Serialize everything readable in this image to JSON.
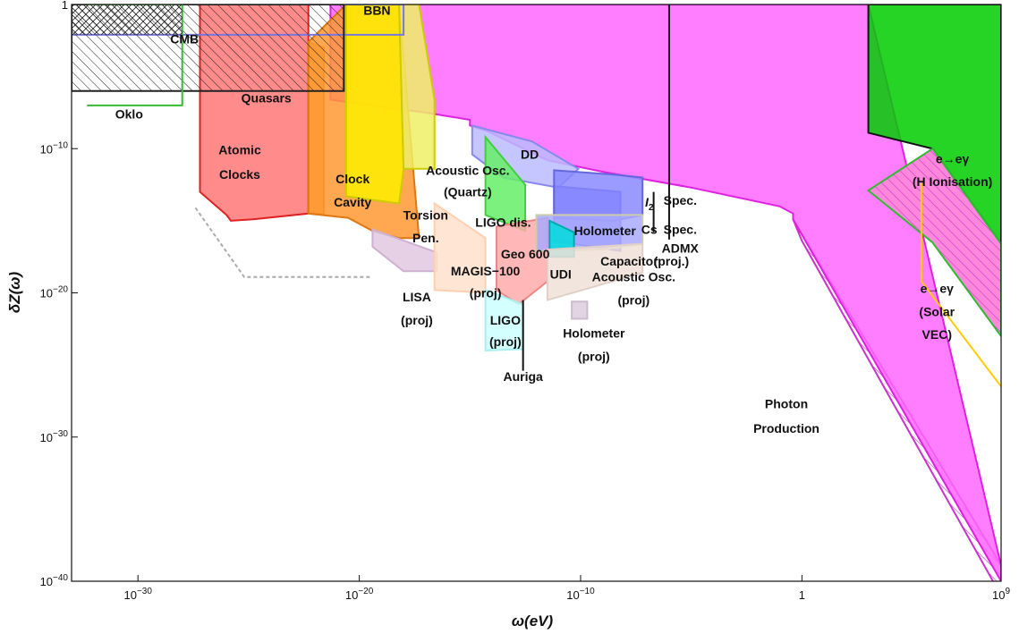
{
  "chart_data": {
    "type": "area",
    "xscale": "log",
    "yscale": "log",
    "xlabel": "ω(eV)",
    "ylabel": "δZ(ω)",
    "xlim_exp": [
      -33,
      9
    ],
    "ylim_exp": [
      -40,
      0
    ],
    "x_ticks": [
      {
        "exp": -30,
        "label": "10",
        "sup": "−30"
      },
      {
        "exp": -20,
        "label": "10",
        "sup": "−20"
      },
      {
        "exp": -10,
        "label": "10",
        "sup": "−10"
      },
      {
        "exp": 0,
        "label": "1",
        "sup": ""
      },
      {
        "exp": 9,
        "label": "10",
        "sup": "9"
      }
    ],
    "y_ticks": [
      {
        "exp": -40,
        "label": "10",
        "sup": "−40"
      },
      {
        "exp": -30,
        "label": "10",
        "sup": "−30"
      },
      {
        "exp": -20,
        "label": "10",
        "sup": "−20"
      },
      {
        "exp": -10,
        "label": "10",
        "sup": "−10"
      },
      {
        "exp": 0,
        "label": "1",
        "sup": ""
      }
    ],
    "regions": [
      {
        "name": "photon-production",
        "fill": "#ffffff",
        "stroke": "#cc33cc",
        "hatch": "#cc33cc",
        "pts": [
          [
            -0.4,
            -14.9
          ],
          [
            0,
            -16.4
          ],
          [
            9,
            -41
          ],
          [
            9,
            -38.9
          ]
        ]
      },
      {
        "name": "photon-production-bound",
        "fill": "#ff66ff",
        "stroke": "#e020e0",
        "pts": [
          [
            -21.3,
            0
          ],
          [
            3.0,
            0
          ],
          [
            9,
            -38.9
          ],
          [
            9,
            -40
          ],
          [
            -0.4,
            -14.9
          ],
          [
            -0.4,
            -14.5
          ],
          [
            -1,
            -14.0
          ],
          [
            -5,
            -12.7
          ],
          [
            -9,
            -11.6
          ],
          [
            -11.5,
            -10.8
          ],
          [
            -14.2,
            -8.8
          ],
          [
            -15.0,
            -8.4
          ],
          [
            -15.0,
            -8.0
          ],
          [
            -17.0,
            -7.5
          ],
          [
            -19.5,
            -7.0
          ],
          [
            -21.3,
            -6.6
          ]
        ]
      },
      {
        "name": "e-ey-h-ionisation",
        "fill": "#00cc00",
        "stroke": "#111111",
        "pts": [
          [
            3.0,
            0
          ],
          [
            9,
            0
          ],
          [
            9,
            -16.6
          ],
          [
            5.9,
            -10
          ],
          [
            3.0,
            -8.9
          ]
        ]
      },
      {
        "name": "e-ey-h-hatch",
        "fill": "#ff88dd",
        "stroke": "#33bb33",
        "hatch": "#cc33cc",
        "pts": [
          [
            3.0,
            -12.9
          ],
          [
            5.9,
            -10
          ],
          [
            9,
            -16.6
          ],
          [
            9,
            -23
          ],
          [
            5.9,
            -16.5
          ],
          [
            3.0,
            -12.9
          ]
        ]
      },
      {
        "name": "solar-vec-line",
        "fill": "none",
        "stroke": "#ffcc00",
        "pts": [
          [
            5.4,
            -12.4
          ],
          [
            5.4,
            -19.2
          ],
          [
            9,
            -26.5
          ]
        ]
      },
      {
        "name": "atomic-clocks",
        "fill": "#ff7777",
        "stroke": "#dd2222",
        "pts": [
          [
            -27.2,
            0
          ],
          [
            -22.3,
            0
          ],
          [
            -22.3,
            -14.5
          ],
          [
            -24.8,
            -14.9
          ],
          [
            -25.8,
            -15.0
          ],
          [
            -26.0,
            -14.6
          ],
          [
            -27.2,
            -13.0
          ]
        ]
      },
      {
        "name": "clock-cavity",
        "fill": "#ff9933",
        "stroke": "#dd7711",
        "pts": [
          [
            -21.6,
            -14.5
          ],
          [
            -21.6,
            -3.0
          ],
          [
            -22.3,
            -2.6
          ],
          [
            -22.3,
            -14.5
          ]
        ]
      },
      {
        "name": "clock-cavity-main",
        "fill": "#ff9933",
        "stroke": "#dd7711",
        "pts": [
          [
            -22.3,
            -2.6
          ],
          [
            -20.6,
            0
          ],
          [
            -18.2,
            0
          ],
          [
            -17.3,
            -16.2
          ],
          [
            -18.2,
            -16.2
          ],
          [
            -19.4,
            -15.7
          ],
          [
            -20.5,
            -14.8
          ],
          [
            -22.3,
            -14.5
          ]
        ]
      },
      {
        "name": "lisa",
        "fill": "#e0c8e0",
        "stroke": "#d0b0d0",
        "pts": [
          [
            -19.4,
            -15.6
          ],
          [
            -16.5,
            -17.2
          ],
          [
            -16.5,
            -18.5
          ],
          [
            -18.0,
            -18.5
          ],
          [
            -19.4,
            -16.8
          ]
        ]
      },
      {
        "name": "lisa-dashed",
        "fill": "none",
        "stroke": "#aaaaaa",
        "dash": "4,3",
        "pts": [
          [
            -27.4,
            -14.1
          ],
          [
            -25.2,
            -18.9
          ],
          [
            -19.4,
            -18.9
          ]
        ]
      },
      {
        "name": "torsion-pendulum",
        "fill": "#ffee00",
        "stroke": "#cccc00",
        "pts": [
          [
            -20.6,
            0
          ],
          [
            -18.2,
            0
          ],
          [
            -18.0,
            -11.4
          ],
          [
            -18.2,
            -13.8
          ],
          [
            -20.6,
            -13.3
          ]
        ]
      },
      {
        "name": "acoustic-quartz",
        "fill": "#eeee66",
        "stroke": "#cccc00",
        "pts": [
          [
            -18.2,
            0
          ],
          [
            -17.3,
            0
          ],
          [
            -16.6,
            -6.6
          ],
          [
            -16.6,
            -11.4
          ],
          [
            -18.0,
            -11.4
          ]
        ]
      },
      {
        "name": "magis-100",
        "fill": "#ffe0cc",
        "stroke": "#ffd0b0",
        "pts": [
          [
            -16.6,
            -13.8
          ],
          [
            -14.3,
            -16.2
          ],
          [
            -14.3,
            -20.0
          ],
          [
            -16.6,
            -19.8
          ]
        ]
      },
      {
        "name": "dd",
        "fill": "#bbbbff",
        "stroke": "#8888ee",
        "pts": [
          [
            -14.9,
            -8.4
          ],
          [
            -12.2,
            -9.5
          ],
          [
            -10.1,
            -11.4
          ],
          [
            -11.0,
            -12.7
          ],
          [
            -13.5,
            -12.0
          ],
          [
            -14.9,
            -10.4
          ]
        ]
      },
      {
        "name": "ligo-dis",
        "fill": "#66ee66",
        "stroke": "#44cc44",
        "pts": [
          [
            -14.3,
            -9.2
          ],
          [
            -12.5,
            -12.5
          ],
          [
            -12.5,
            -15.7
          ],
          [
            -14.3,
            -14.6
          ]
        ]
      },
      {
        "name": "geo-600",
        "fill": "#ffaaaa",
        "stroke": "#ee8888",
        "pts": [
          [
            -13.8,
            -15.4
          ],
          [
            -11.5,
            -14.8
          ],
          [
            -11.5,
            -19.2
          ],
          [
            -12.8,
            -20.8
          ],
          [
            -13.8,
            -19.8
          ]
        ]
      },
      {
        "name": "ligo-proj",
        "fill": "#ccffff",
        "stroke": "#aaeeee",
        "pts": [
          [
            -14.3,
            -19.8
          ],
          [
            -12.6,
            -20.8
          ],
          [
            -12.6,
            -23.9
          ],
          [
            -14.3,
            -24.0
          ]
        ]
      },
      {
        "name": "holometer",
        "fill": "#7777ff",
        "stroke": "#5555cc",
        "pts": [
          [
            -11.2,
            -12.6
          ],
          [
            -8.2,
            -13.0
          ],
          [
            -8.2,
            -17.1
          ],
          [
            -11.2,
            -16.4
          ]
        ]
      },
      {
        "name": "holometer-upper",
        "fill": "#8888ff",
        "stroke": "#6666dd",
        "pts": [
          [
            -11.2,
            -11.5
          ],
          [
            -8.5,
            -11.8
          ],
          [
            -7.2,
            -12.0
          ],
          [
            -7.2,
            -14.6
          ],
          [
            -8.5,
            -15.0
          ],
          [
            -11.2,
            -14.8
          ]
        ]
      },
      {
        "name": "capacitor-proj",
        "fill": "#aaaaff",
        "stroke": "#ccccaa",
        "pts": [
          [
            -12.0,
            -14.6
          ],
          [
            -7.2,
            -14.6
          ],
          [
            -7.2,
            -16.6
          ],
          [
            -9.0,
            -17.0
          ],
          [
            -12.0,
            -17.1
          ]
        ]
      },
      {
        "name": "udi",
        "fill": "#00dddd",
        "stroke": "#00aaaa",
        "pts": [
          [
            -11.4,
            -15.0
          ],
          [
            -10.3,
            -15.8
          ],
          [
            -10.3,
            -17.5
          ],
          [
            -11.4,
            -17.5
          ]
        ]
      },
      {
        "name": "acoustic-osc-proj",
        "fill": "#f0e0d8",
        "stroke": "#e0d0c8",
        "pts": [
          [
            -11.5,
            -17.0
          ],
          [
            -7.2,
            -16.6
          ],
          [
            -7.2,
            -18.6
          ],
          [
            -11.5,
            -20.5
          ]
        ]
      },
      {
        "name": "holometer-proj",
        "fill": "#ddccdd",
        "stroke": "#ccbbcc",
        "pts": [
          [
            -10.4,
            -20.6
          ],
          [
            -9.7,
            -20.6
          ],
          [
            -9.7,
            -21.8
          ],
          [
            -10.4,
            -21.8
          ]
        ]
      },
      {
        "name": "bbn",
        "fill": "none",
        "stroke": "#7777dd",
        "pts": [
          [
            -33,
            0
          ],
          [
            -18.0,
            0
          ],
          [
            -18.0,
            -2.1
          ],
          [
            -33,
            -2.1
          ]
        ]
      },
      {
        "name": "cmb",
        "fill": "none",
        "stroke": "#222222",
        "hatch": "#222222",
        "pts": [
          [
            -33,
            0
          ],
          [
            -20.7,
            0
          ],
          [
            -20.7,
            -6.0
          ],
          [
            -33,
            -6.0
          ]
        ]
      },
      {
        "name": "oklo",
        "fill": "none",
        "stroke": "#33bb33",
        "pts": [
          [
            -32.3,
            0
          ],
          [
            -28.0,
            0
          ],
          [
            -28.0,
            -7.0
          ],
          [
            -32.3,
            -7.0
          ]
        ]
      }
    ],
    "lines": [
      {
        "name": "auriga",
        "stroke": "#111111",
        "x": -12.6,
        "y1": -20.5,
        "y2": -25.4
      },
      {
        "name": "admx",
        "stroke": "#111111",
        "x": -6.0,
        "y1": 0,
        "y2": -16.3
      },
      {
        "name": "i2-spec",
        "stroke": "#111111",
        "x": -6.7,
        "y1": -13.0,
        "y2": -15.8
      }
    ],
    "annotations": [
      {
        "text": "BBN",
        "x": -19.2,
        "y": -0.7
      },
      {
        "text": "CMB",
        "x": -27.9,
        "y": -2.7
      },
      {
        "text": "Quasars",
        "x": -24.2,
        "y": -6.8
      },
      {
        "text": "Oklo",
        "x": -30.4,
        "y": -7.9
      },
      {
        "text": "Atomic",
        "x": -25.4,
        "y": -10.4
      },
      {
        "text": "Clocks",
        "x": -25.4,
        "y": -12.1
      },
      {
        "text": "Clock",
        "x": -20.3,
        "y": -12.4
      },
      {
        "text": "Cavity",
        "x": -20.3,
        "y": -14.0
      },
      {
        "text": "Acoustic Osc.",
        "x": -15.1,
        "y": -11.8
      },
      {
        "text": "(Quartz)",
        "x": -15.1,
        "y": -13.3
      },
      {
        "text": "Torsion",
        "x": -17.0,
        "y": -14.9
      },
      {
        "text": "Pen.",
        "x": -17.0,
        "y": -16.5
      },
      {
        "text": "DD",
        "x": -12.3,
        "y": -10.7
      },
      {
        "text": "LIGO dis.",
        "x": -13.5,
        "y": -15.4
      },
      {
        "text": "Geo 600",
        "x": -12.5,
        "y": -17.6
      },
      {
        "text": "MAGIS−100",
        "x": -14.3,
        "y": -18.8
      },
      {
        "text": "(proj)",
        "x": -14.3,
        "y": -20.3
      },
      {
        "text": "UDI",
        "x": -10.9,
        "y": -19.0
      },
      {
        "text": "Holometer",
        "x": -8.9,
        "y": -16.0
      },
      {
        "text": "I",
        "sub": "2",
        "x": -6.9,
        "y": -14.0
      },
      {
        "text": "Spec.",
        "x": -5.5,
        "y": -13.9
      },
      {
        "text": "Cs",
        "x": -6.9,
        "y": -15.9
      },
      {
        "text": "Spec.",
        "x": -5.5,
        "y": -15.9
      },
      {
        "text": "ADMX",
        "x": -5.5,
        "y": -17.2
      },
      {
        "text": "Capacitor",
        "x": -7.8,
        "y": -18.1
      },
      {
        "text": "(proj.)",
        "x": -5.9,
        "y": -18.1
      },
      {
        "text": "Acoustic Osc.",
        "x": -7.6,
        "y": -19.2
      },
      {
        "text": "(proj)",
        "x": -7.6,
        "y": -20.8
      },
      {
        "text": "LISA",
        "x": -17.4,
        "y": -20.6
      },
      {
        "text": "(proj)",
        "x": -17.4,
        "y": -22.2
      },
      {
        "text": "LIGO",
        "x": -13.4,
        "y": -22.2
      },
      {
        "text": "(proj)",
        "x": -13.4,
        "y": -23.7
      },
      {
        "text": "Holometer",
        "x": -9.4,
        "y": -23.1
      },
      {
        "text": "(proj)",
        "x": -9.4,
        "y": -24.7
      },
      {
        "text": "Auriga",
        "x": -12.6,
        "y": -26.1
      },
      {
        "text": "Photon",
        "x": -0.7,
        "y": -28.0
      },
      {
        "text": "Production",
        "x": -0.7,
        "y": -29.7
      },
      {
        "text": "e→eγ",
        "x": 6.8,
        "y": -11.0
      },
      {
        "text": "(H Ionisation)",
        "x": 6.8,
        "y": -12.6
      },
      {
        "text": "e→eγ",
        "x": 6.1,
        "y": -20.0
      },
      {
        "text": "(Solar",
        "x": 6.1,
        "y": -21.6
      },
      {
        "text": "VEC)",
        "x": 6.1,
        "y": -23.2
      }
    ]
  }
}
